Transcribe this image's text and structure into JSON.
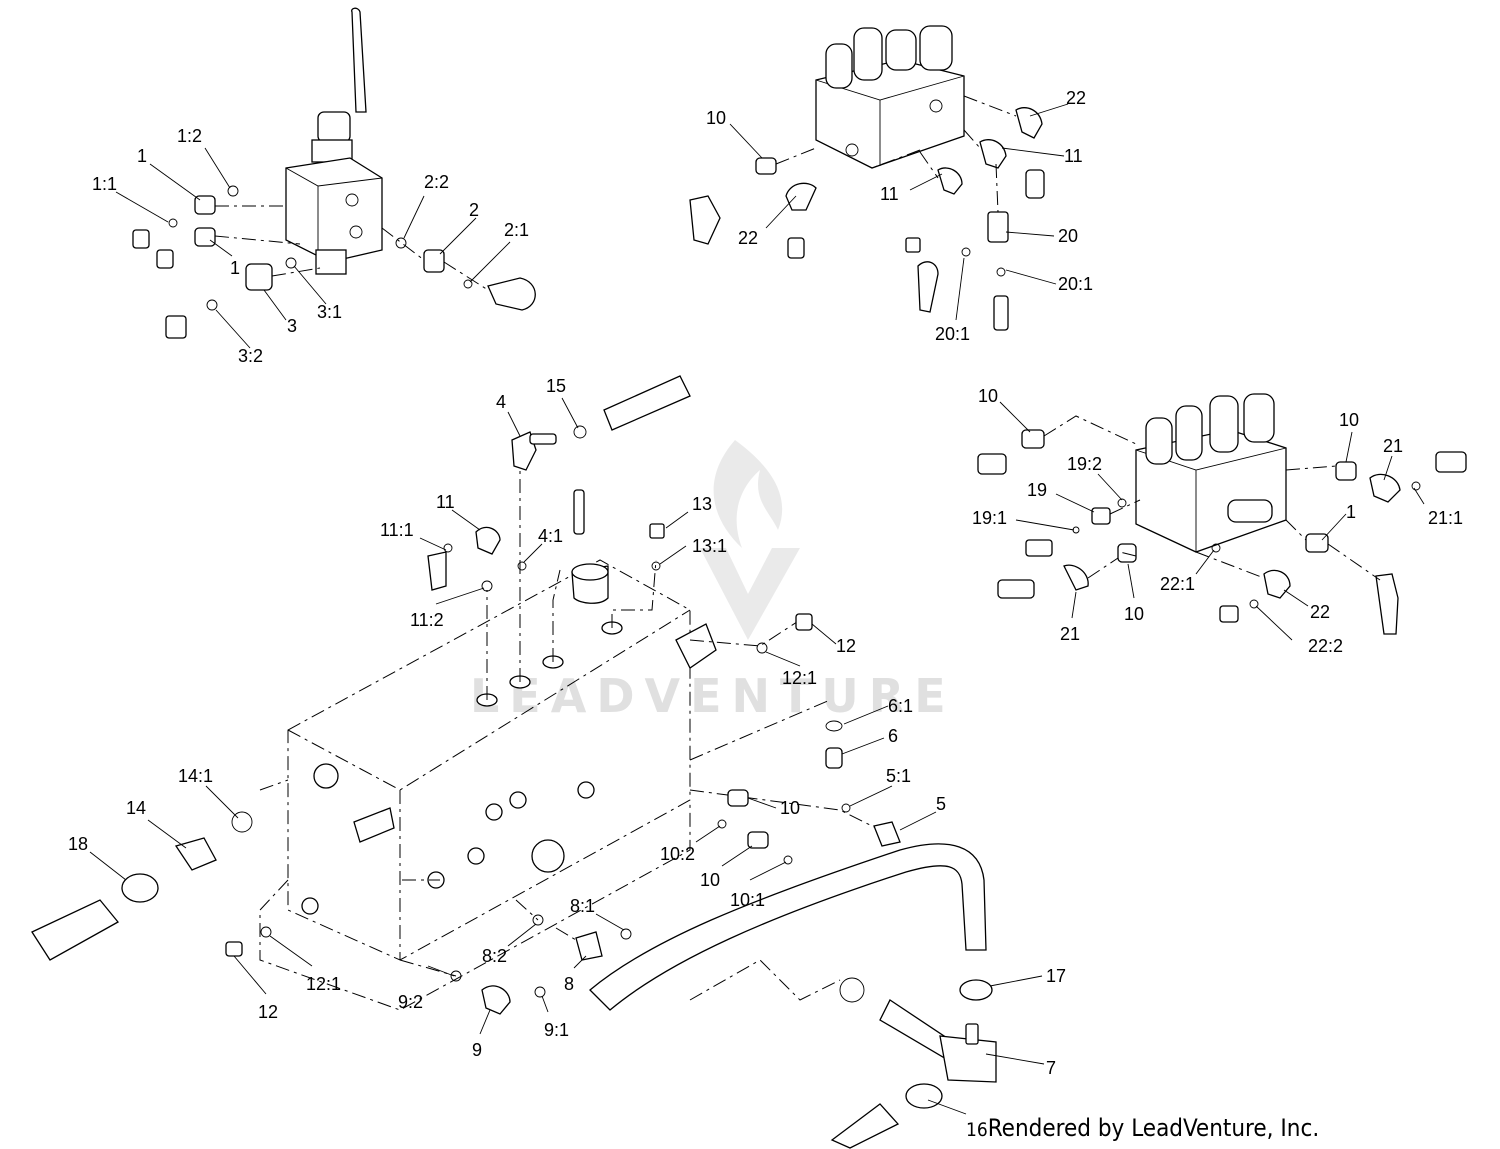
{
  "watermark": "LEADVENTURE",
  "footer": {
    "part_ref": "16",
    "credit": "Rendered by LeadVenture, Inc."
  },
  "callouts": {
    "a1_2": "1:2",
    "a1": "1",
    "a1_1": "1:1",
    "a1b": "1",
    "a2_2": "2:2",
    "a2": "2",
    "a2_1": "2:1",
    "a3": "3",
    "a3_1": "3:1",
    "a3_2": "3:2",
    "b10": "10",
    "b22a": "22",
    "b11a": "11",
    "b11b": "11",
    "b22b": "22",
    "b20": "20",
    "b20_1a": "20:1",
    "b20_1b": "20:1",
    "c10a": "10",
    "c10b": "10",
    "c21a": "21",
    "c19_2": "19:2",
    "c19": "19",
    "c19_1": "19:1",
    "c21_1": "21:1",
    "c1": "1",
    "c22_1": "22:1",
    "c22": "22",
    "c21b": "21",
    "c10c": "10",
    "c22_2": "22:2",
    "d4": "4",
    "d15": "15",
    "d11": "11",
    "d11_1": "11:1",
    "d4_1": "4:1",
    "d13": "13",
    "d13_1": "13:1",
    "d11_2": "11:2",
    "d12a": "12",
    "d12_1a": "12:1",
    "d6_1": "6:1",
    "d6": "6",
    "d14_1": "14:1",
    "d14": "14",
    "d18": "18",
    "d10a": "10",
    "d5_1": "5:1",
    "d5": "5",
    "d10_2": "10:2",
    "d10b": "10",
    "d10_1": "10:1",
    "d8_1": "8:1",
    "d8_2": "8:2",
    "d8": "8",
    "d12b": "12",
    "d12_1b": "12:1",
    "d9_2": "9:2",
    "d9": "9",
    "d9_1": "9:1",
    "d17": "17",
    "d7": "7"
  }
}
